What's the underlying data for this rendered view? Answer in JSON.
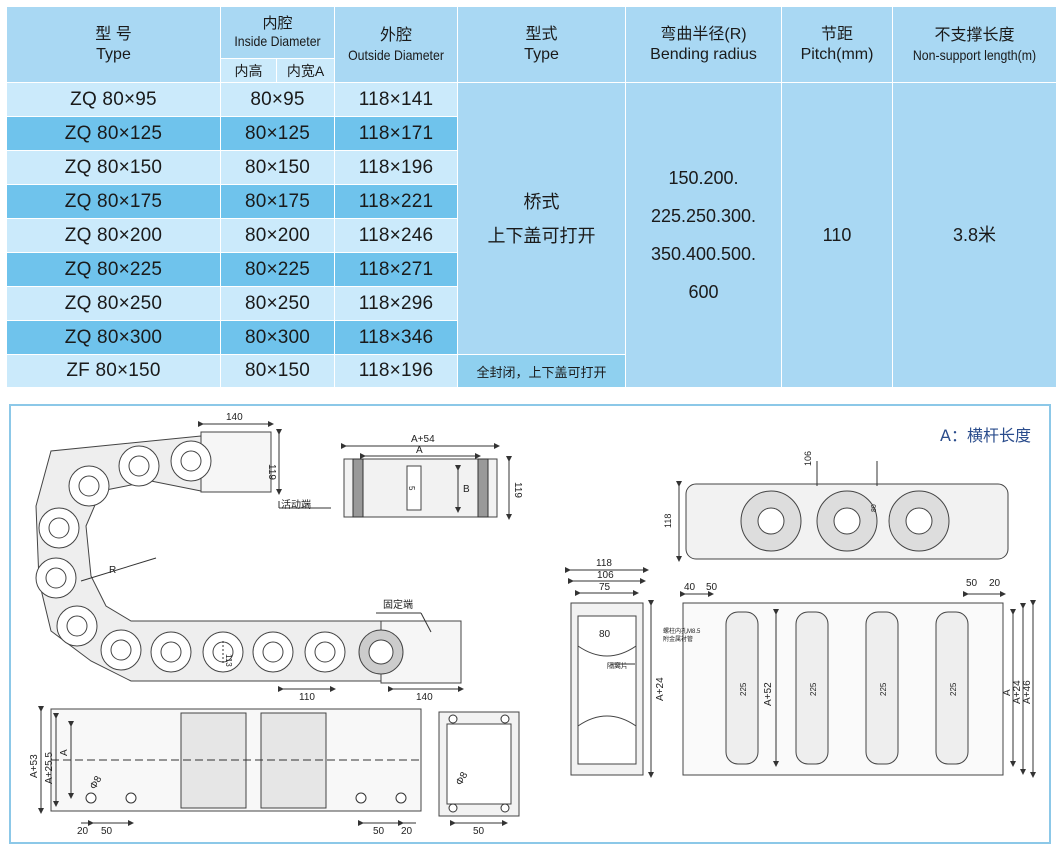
{
  "table": {
    "header": {
      "model_cn": "型 号",
      "model_en": "Type",
      "inside_cn": "内腔",
      "inside_en": "Inside Diameter",
      "inside_height": "内高",
      "inside_width": "内宽A",
      "outside_cn": "外腔",
      "outside_en": "Outside Diameter",
      "type_cn": "型式",
      "type_en": "Type",
      "radius_cn": "弯曲半径(R)",
      "radius_en": "Bending radius",
      "pitch_cn": "节距",
      "pitch_en": "Pitch(mm)",
      "nonsupport_cn": "不支撑长度",
      "nonsupport_en": "Non-support length(m)"
    },
    "rows": [
      {
        "model": "ZQ  80×95",
        "inside": "80×95",
        "outside": "118×141"
      },
      {
        "model": "ZQ  80×125",
        "inside": "80×125",
        "outside": "118×171"
      },
      {
        "model": "ZQ 80×150",
        "inside": "80×150",
        "outside": "118×196"
      },
      {
        "model": "ZQ  80×175",
        "inside": "80×175",
        "outside": "118×221"
      },
      {
        "model": "ZQ  80×200",
        "inside": "80×200",
        "outside": "118×246"
      },
      {
        "model": "ZQ  80×225",
        "inside": "80×225",
        "outside": "118×271"
      },
      {
        "model": "ZQ  80×250",
        "inside": "80×250",
        "outside": "118×296"
      },
      {
        "model": "ZQ  80×300",
        "inside": "80×300",
        "outside": "118×346"
      },
      {
        "model": "ZF  80×150",
        "inside": "80×150",
        "outside": "118×196"
      }
    ],
    "type_bridge_line1": "桥式",
    "type_bridge_line2": "上下盖可打开",
    "type_closed": "全封闭，上下盖可打开",
    "radius_lines": [
      "150.200.",
      "225.250.300.",
      "350.400.500.",
      "600"
    ],
    "pitch": "110",
    "nonsupport": "3.8米"
  },
  "drawing": {
    "note": "A：横杆长度",
    "labels": {
      "movable_end": "活动端",
      "fixed_end": "固定端",
      "radius": "R",
      "dim_140_top": "140",
      "dim_119": "119",
      "dim_110": "110",
      "dim_140_bottom": "140",
      "dim_113": "113",
      "dim_a54": "A+54",
      "dim_a": "A",
      "dim_b": "B",
      "dim_5": "5",
      "dim_119_side": "119",
      "dim_106": "106",
      "dim_118_side": "118",
      "dim_80_c": "80",
      "dim_118": "118",
      "dim_106b": "106",
      "dim_75": "75",
      "dim_80": "80",
      "divider_note": "隔离片",
      "dim_a24_mid": "A+24",
      "dim_40": "40",
      "dim_50_l": "50",
      "dim_50_r": "50",
      "dim_20_r": "20",
      "dim_a52": "A+52",
      "dim_a_right": "A",
      "dim_a24_right": "A+24",
      "dim_a46": "A+46",
      "bolt_note_1": "螺柱内孔M8.5",
      "bolt_note_2": "附金属衬管",
      "bar_225": "225",
      "dim_a53": "A+53",
      "dim_a25_5": "A+25.5",
      "dim_a_left": "A",
      "dim_phi8": "Φ8",
      "dim_20_bl": "20",
      "dim_50_bl": "50",
      "dim_50_br": "50",
      "dim_20_br": "20",
      "dim_phi8_small": "Φ8",
      "dim_50_small": "50"
    }
  }
}
